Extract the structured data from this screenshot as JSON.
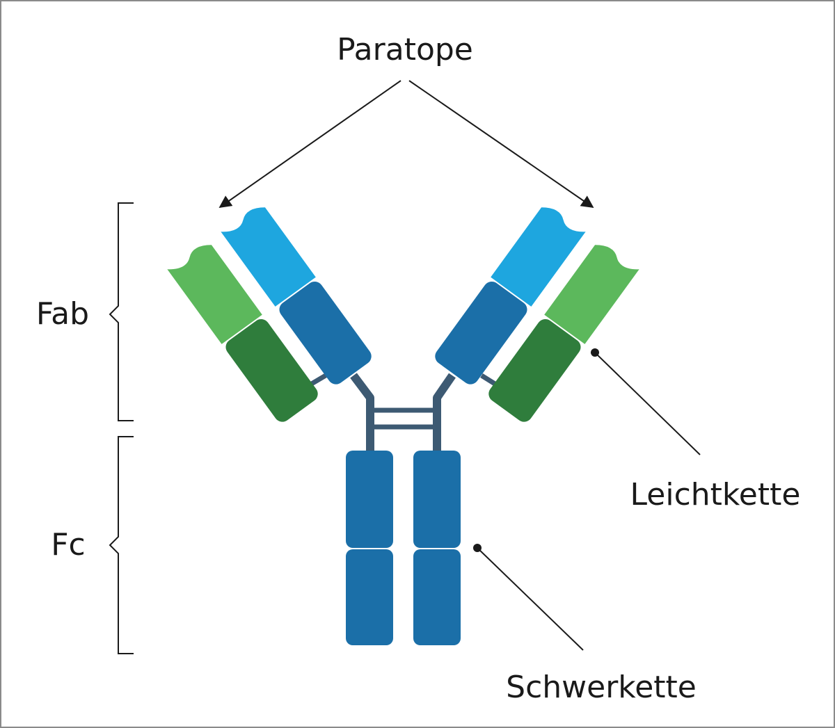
{
  "labels": {
    "paratope": "Paratope",
    "fab": "Fab",
    "fc": "Fc",
    "light_chain": "Leichtkette",
    "heavy_chain": "Schwerkette"
  },
  "colors": {
    "heavy_light_blue": "#1ea6df",
    "heavy_dark_blue": "#1b6fa8",
    "light_light_green": "#5cb85c",
    "light_dark_green": "#2f7d3c",
    "linker": "#3d5a73",
    "line": "#1a1a1a",
    "frame": "#8a8a8a"
  }
}
